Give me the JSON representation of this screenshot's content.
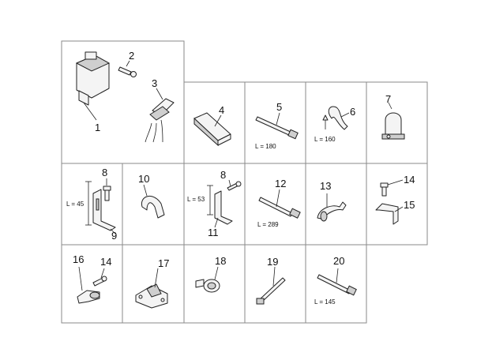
{
  "callouts": [
    "1",
    "2",
    "3",
    "4",
    "5",
    "6",
    "7",
    "8",
    "9",
    "10",
    "8",
    "11",
    "12",
    "13",
    "14",
    "15",
    "16",
    "14",
    "17",
    "18",
    "19",
    "20"
  ],
  "lengths": [
    "L = 180",
    "L = 160",
    "L = 45",
    "L = 53",
    "L = 289",
    "L = 145"
  ]
}
